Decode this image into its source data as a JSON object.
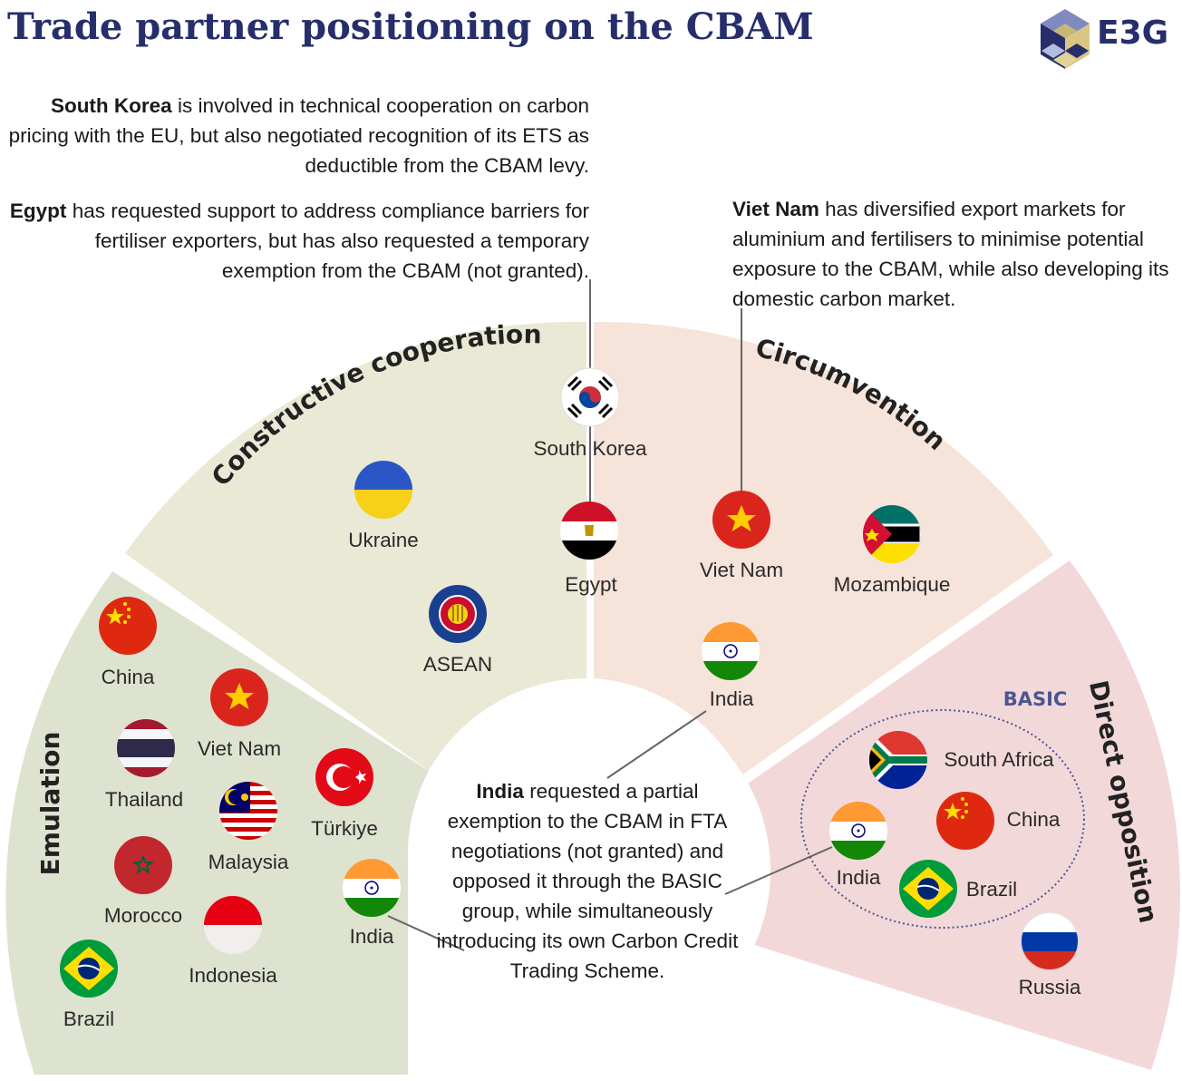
{
  "title": "Trade partner positioning on the CBAM",
  "logo": {
    "text": "E3G"
  },
  "notes": {
    "south_korea": {
      "name": "South Korea",
      "text": " is involved in technical cooperation on carbon pricing with the EU, but also negotiated recognition of its ETS as deductible from the CBAM levy."
    },
    "egypt": {
      "name": "Egypt",
      "text": " has requested support to address compliance barriers for fertiliser exporters, but has also requested a temporary exemption from the CBAM (not granted)."
    },
    "viet_nam": {
      "name": "Viet Nam",
      "text": " has diversified export markets for aluminium and fertilisers to minimise potential exposure to the CBAM, while also developing its domestic carbon market."
    },
    "india": {
      "name": "India",
      "text": " requested a partial exemption to the CBAM in FTA negotiations (not granted) and opposed it through the BASIC group, while simultaneously introducing its own Carbon Credit Trading Scheme."
    }
  },
  "segments": {
    "emulation": {
      "label": "Emulation",
      "color": "#dde3cf"
    },
    "constructive": {
      "label": "Constructive cooperation",
      "color": "#e9e9d6"
    },
    "circumvention": {
      "label": "Circumvention",
      "color": "#f6e3da"
    },
    "opposition": {
      "label": "Direct opposition",
      "color": "#f3d8da"
    }
  },
  "basic_group": {
    "label": "BASIC"
  },
  "countries": {
    "constructive": [
      {
        "name": "South Korea",
        "flag": "south-korea"
      },
      {
        "name": "Egypt",
        "flag": "egypt"
      },
      {
        "name": "Ukraine",
        "flag": "ukraine"
      },
      {
        "name": "ASEAN",
        "flag": "asean"
      }
    ],
    "circumvention": [
      {
        "name": "Viet Nam",
        "flag": "viet-nam"
      },
      {
        "name": "Mozambique",
        "flag": "mozambique"
      },
      {
        "name": "India",
        "flag": "india"
      }
    ],
    "emulation": [
      {
        "name": "China",
        "flag": "china"
      },
      {
        "name": "Viet Nam",
        "flag": "viet-nam"
      },
      {
        "name": "Thailand",
        "flag": "thailand"
      },
      {
        "name": "Türkiye",
        "flag": "turkiye"
      },
      {
        "name": "Malaysia",
        "flag": "malaysia"
      },
      {
        "name": "Morocco",
        "flag": "morocco"
      },
      {
        "name": "Indonesia",
        "flag": "indonesia"
      },
      {
        "name": "India",
        "flag": "india"
      },
      {
        "name": "Brazil",
        "flag": "brazil"
      }
    ],
    "opposition": [
      {
        "name": "South Africa",
        "flag": "south-africa"
      },
      {
        "name": "China",
        "flag": "china"
      },
      {
        "name": "India",
        "flag": "india"
      },
      {
        "name": "Brazil",
        "flag": "brazil"
      },
      {
        "name": "Russia",
        "flag": "russia"
      }
    ]
  }
}
